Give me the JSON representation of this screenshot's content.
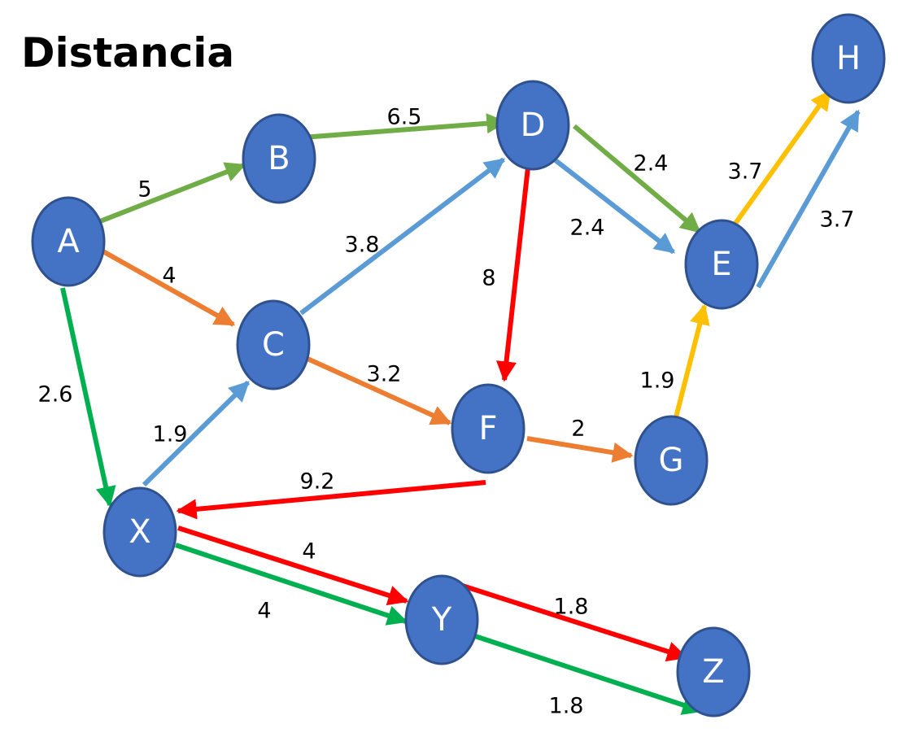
{
  "title": "Distancia",
  "colors": {
    "node_fill": "#4472C4",
    "node_stroke": "#2F528F",
    "node_text": "#FFFFFF",
    "green_light": "#70AD47",
    "orange": "#ED7D31",
    "blue": "#5B9BD5",
    "red": "#FF0000",
    "green": "#00B050",
    "yellow": "#FFC000"
  },
  "nodes": [
    {
      "id": "A",
      "label": "A"
    },
    {
      "id": "B",
      "label": "B"
    },
    {
      "id": "C",
      "label": "C"
    },
    {
      "id": "D",
      "label": "D"
    },
    {
      "id": "E",
      "label": "E"
    },
    {
      "id": "F",
      "label": "F"
    },
    {
      "id": "G",
      "label": "G"
    },
    {
      "id": "H",
      "label": "H"
    },
    {
      "id": "X",
      "label": "X"
    },
    {
      "id": "Y",
      "label": "Y"
    },
    {
      "id": "Z",
      "label": "Z"
    }
  ],
  "edges": [
    {
      "id": "A-B",
      "from": "A",
      "to": "B",
      "weight": "5",
      "color": "green_light"
    },
    {
      "id": "B-D",
      "from": "B",
      "to": "D",
      "weight": "6.5",
      "color": "green_light"
    },
    {
      "id": "D-E-green",
      "from": "D",
      "to": "E",
      "weight": "2.4",
      "color": "green_light"
    },
    {
      "id": "A-C",
      "from": "A",
      "to": "C",
      "weight": "4",
      "color": "orange"
    },
    {
      "id": "C-F",
      "from": "C",
      "to": "F",
      "weight": "3.2",
      "color": "orange"
    },
    {
      "id": "F-G",
      "from": "F",
      "to": "G",
      "weight": "2",
      "color": "orange"
    },
    {
      "id": "C-D",
      "from": "C",
      "to": "D",
      "weight": "3.8",
      "color": "blue"
    },
    {
      "id": "D-E-blue",
      "from": "D",
      "to": "E",
      "weight": "2.4",
      "color": "blue"
    },
    {
      "id": "E-H-blue",
      "from": "E",
      "to": "H",
      "weight": "3.7",
      "color": "blue"
    },
    {
      "id": "X-C",
      "from": "X",
      "to": "C",
      "weight": "1.9",
      "color": "blue"
    },
    {
      "id": "D-F",
      "from": "D",
      "to": "F",
      "weight": "8",
      "color": "red"
    },
    {
      "id": "F-X",
      "from": "F",
      "to": "X",
      "weight": "9.2",
      "color": "red"
    },
    {
      "id": "X-Y-red",
      "from": "X",
      "to": "Y",
      "weight": "4",
      "color": "red"
    },
    {
      "id": "Y-Z-red",
      "from": "Y",
      "to": "Z",
      "weight": "1.8",
      "color": "red"
    },
    {
      "id": "A-X",
      "from": "A",
      "to": "X",
      "weight": "2.6",
      "color": "green"
    },
    {
      "id": "X-Y-green",
      "from": "X",
      "to": "Y",
      "weight": "4",
      "color": "green"
    },
    {
      "id": "Y-Z-green",
      "from": "Y",
      "to": "Z",
      "weight": "1.8",
      "color": "green"
    },
    {
      "id": "G-E",
      "from": "G",
      "to": "E",
      "weight": "1.9",
      "color": "yellow"
    },
    {
      "id": "E-H-yellow",
      "from": "E",
      "to": "H",
      "weight": "3.7",
      "color": "yellow"
    }
  ]
}
